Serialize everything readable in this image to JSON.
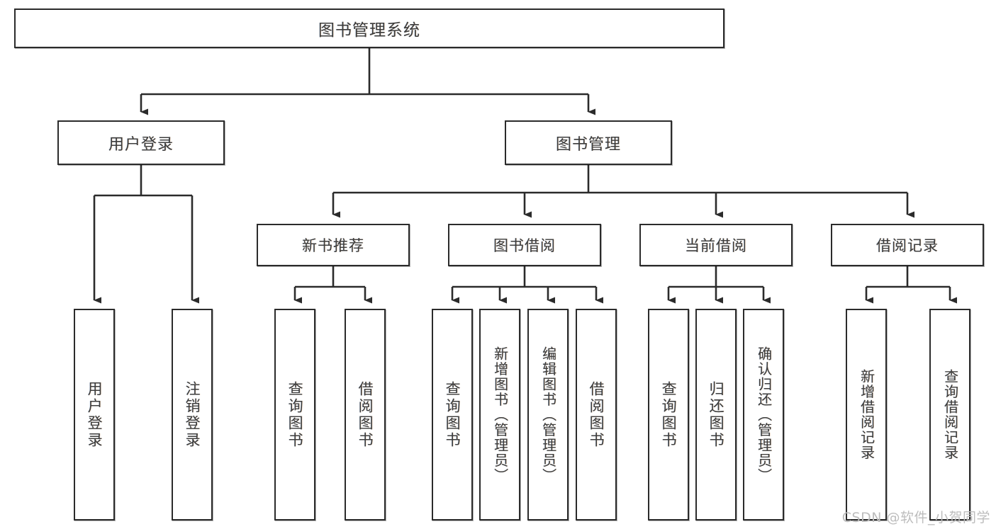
{
  "diagram": {
    "type": "tree-hierarchy",
    "title": "图书管理系统",
    "root": {
      "id": "root",
      "label": "图书管理系统"
    },
    "level2": [
      {
        "id": "user-login",
        "label": "用户登录"
      },
      {
        "id": "book-management",
        "label": "图书管理"
      }
    ],
    "level3": [
      {
        "id": "new-book-recommend",
        "label": "新书推荐",
        "parent": "book-management"
      },
      {
        "id": "book-borrow",
        "label": "图书借阅",
        "parent": "book-management"
      },
      {
        "id": "current-borrow",
        "label": "当前借阅",
        "parent": "book-management"
      },
      {
        "id": "borrow-record",
        "label": "借阅记录",
        "parent": "book-management"
      }
    ],
    "leaves": [
      {
        "id": "leaf-user-login",
        "label": "用户登录",
        "parent": "user-login"
      },
      {
        "id": "leaf-logout-login",
        "label": "注销登录",
        "parent": "user-login"
      },
      {
        "id": "leaf-query-book-1",
        "label": "查询图书",
        "parent": "new-book-recommend"
      },
      {
        "id": "leaf-borrow-book-1",
        "label": "借阅图书",
        "parent": "new-book-recommend"
      },
      {
        "id": "leaf-query-book-2",
        "label": "查询图书",
        "parent": "book-borrow"
      },
      {
        "id": "leaf-add-book",
        "label": "新增图书（管理员）",
        "parent": "book-borrow"
      },
      {
        "id": "leaf-edit-book",
        "label": "编辑图书（管理员）",
        "parent": "book-borrow"
      },
      {
        "id": "leaf-borrow-book-2",
        "label": "借阅图书",
        "parent": "book-borrow"
      },
      {
        "id": "leaf-query-book-3",
        "label": "查询图书",
        "parent": "current-borrow"
      },
      {
        "id": "leaf-return-book",
        "label": "归还图书",
        "parent": "current-borrow"
      },
      {
        "id": "leaf-confirm-return",
        "label": "确认归还（管理员）",
        "parent": "current-borrow"
      },
      {
        "id": "leaf-add-record",
        "label": "新增借阅记录",
        "parent": "borrow-record"
      },
      {
        "id": "leaf-query-record",
        "label": "查询借阅记录",
        "parent": "borrow-record"
      }
    ],
    "colors": {
      "stroke": "#2b2b2b",
      "fill": "#ffffff",
      "text": "#3d3d3d",
      "watermark": "#bdbdbd"
    }
  },
  "watermark": {
    "text": "CSDN @软件_小贺同学"
  }
}
